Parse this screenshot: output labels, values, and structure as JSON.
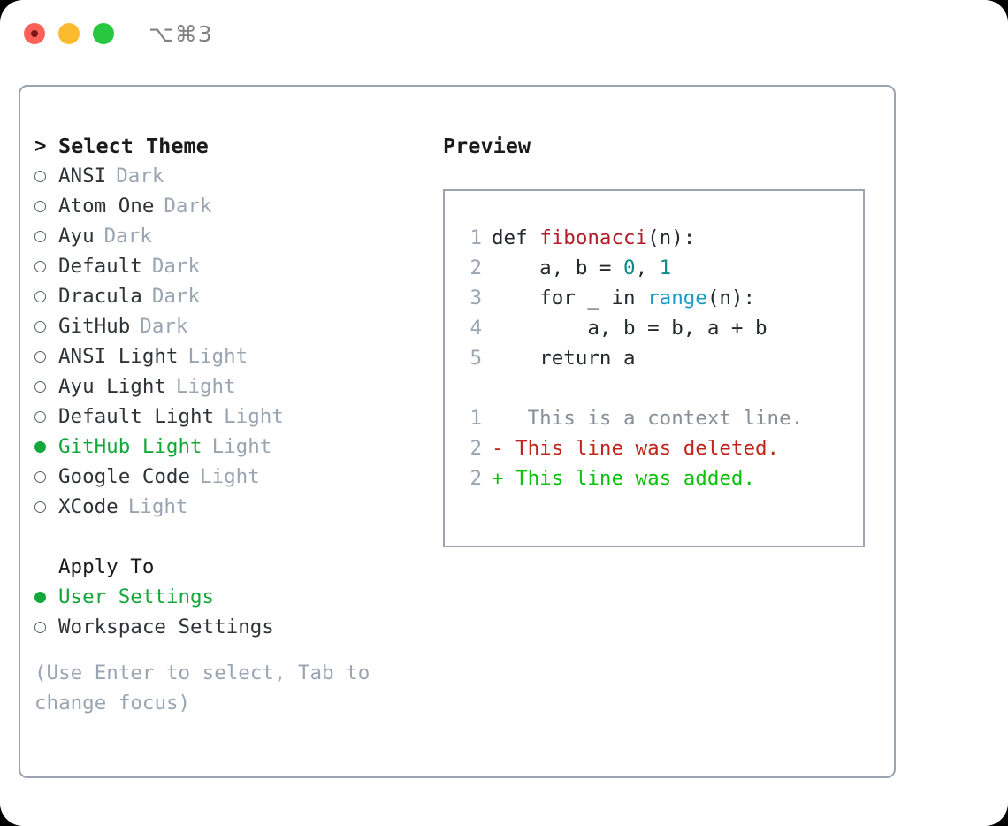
{
  "window": {
    "shortcut": "⌥⌘3",
    "traffic_lights": [
      {
        "name": "close",
        "color": "#fa6159"
      },
      {
        "name": "minimize",
        "color": "#fcbb2e"
      },
      {
        "name": "maximize",
        "color": "#27c73f"
      }
    ]
  },
  "theme_picker": {
    "caret": ">",
    "title": "Select Theme",
    "items": [
      {
        "name": "ANSI",
        "variant": "Dark",
        "selected": false
      },
      {
        "name": "Atom One",
        "variant": "Dark",
        "selected": false
      },
      {
        "name": "Ayu",
        "variant": "Dark",
        "selected": false
      },
      {
        "name": "Default",
        "variant": "Dark",
        "selected": false
      },
      {
        "name": "Dracula",
        "variant": "Dark",
        "selected": false
      },
      {
        "name": "GitHub",
        "variant": "Dark",
        "selected": false
      },
      {
        "name": "ANSI Light",
        "variant": "Light",
        "selected": false
      },
      {
        "name": "Ayu Light",
        "variant": "Light",
        "selected": false
      },
      {
        "name": "Default Light",
        "variant": "Light",
        "selected": false
      },
      {
        "name": "GitHub Light",
        "variant": "Light",
        "selected": true
      },
      {
        "name": "Google Code",
        "variant": "Light",
        "selected": false
      },
      {
        "name": "XCode",
        "variant": "Light",
        "selected": false
      }
    ]
  },
  "apply_to": {
    "label": "Apply To",
    "options": [
      {
        "name": "User Settings",
        "selected": true
      },
      {
        "name": "Workspace Settings",
        "selected": false
      }
    ]
  },
  "hint": "(Use Enter to select, Tab to change focus)",
  "preview": {
    "heading": "Preview",
    "code_lines": [
      {
        "number": "1",
        "tokens": [
          {
            "text": "def ",
            "kind": "plain"
          },
          {
            "text": "fibonacci",
            "kind": "fn"
          },
          {
            "text": "(n):",
            "kind": "plain"
          }
        ]
      },
      {
        "number": "2",
        "tokens": [
          {
            "text": "    a, b = ",
            "kind": "plain"
          },
          {
            "text": "0",
            "kind": "num"
          },
          {
            "text": ", ",
            "kind": "plain"
          },
          {
            "text": "1",
            "kind": "num"
          }
        ]
      },
      {
        "number": "3",
        "tokens": [
          {
            "text": "    for _ in ",
            "kind": "plain"
          },
          {
            "text": "range",
            "kind": "builtin"
          },
          {
            "text": "(n):",
            "kind": "plain"
          }
        ]
      },
      {
        "number": "4",
        "tokens": [
          {
            "text": "        a, b = b, a + b",
            "kind": "plain"
          }
        ]
      },
      {
        "number": "5",
        "tokens": [
          {
            "text": "    return a",
            "kind": "plain"
          }
        ]
      }
    ],
    "diff_lines": [
      {
        "number": "1",
        "marker": " ",
        "text": "  This is a context line.",
        "kind": "context"
      },
      {
        "number": "2",
        "marker": "-",
        "text": " This line was deleted.",
        "kind": "deleted"
      },
      {
        "number": "2",
        "marker": "+",
        "text": " This line was added.",
        "kind": "added"
      }
    ]
  },
  "colors": {
    "selection_green": "#14a83c",
    "diff_add_green": "#0cc10c",
    "diff_del_red": "#c0241a",
    "muted_gray": "#9aa5b1",
    "fn_red": "#b31d28",
    "number_teal": "#0b8a8a",
    "builtin_blue": "#1a9bc7"
  }
}
